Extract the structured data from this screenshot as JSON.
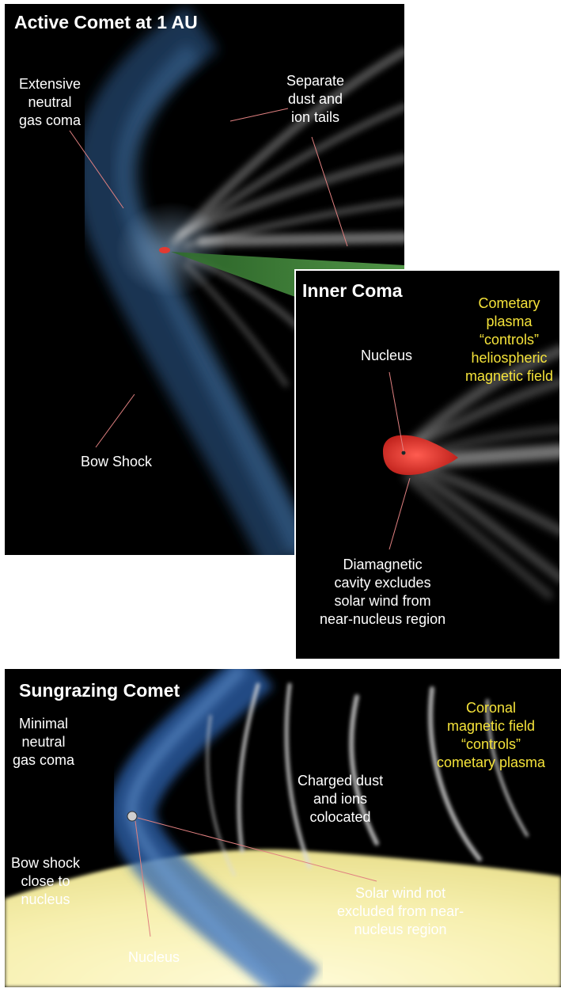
{
  "panels": {
    "active": {
      "title": "Active Comet at 1 AU",
      "labels": {
        "coma": "Extensive\nneutral\ngas coma",
        "tails": "Separate\ndust and\nion tails",
        "bowshock": "Bow Shock"
      }
    },
    "inner": {
      "title": "Inner Coma",
      "labels": {
        "plasma": "Cometary\nplasma\n“controls”\nheliospheric\nmagnetic field",
        "nucleus": "Nucleus",
        "cavity": "Diamagnetic\ncavity excludes\nsolar wind from\nnear-nucleus region"
      }
    },
    "sungrazing": {
      "title": "Sungrazing Comet",
      "labels": {
        "coma": "Minimal\nneutral\ngas coma",
        "coronal": "Coronal\nmagnetic field\n“controls”\ncometary plasma",
        "charged": "Charged dust\nand ions\ncolocated",
        "bowshock": "Bow shock\nclose to\nnucleus",
        "solarwind": "Solar wind not\nexcluded from near-\nnucleus region",
        "nucleus": "Nucleus"
      }
    }
  },
  "colors": {
    "background": "#000000",
    "shock": "#2f5f95",
    "tail": "#d6d6d6",
    "nucleus_red": "#e23a32",
    "ion_green": "#3f8a3a",
    "sun": "#f7f0b0",
    "yellow_text": "#f5e33a",
    "leader": "#e08080"
  }
}
